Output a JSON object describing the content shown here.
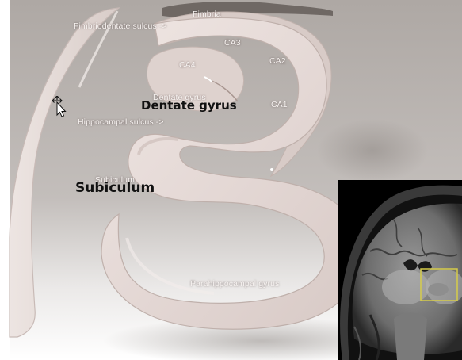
{
  "labels": {
    "fimbria": "Fimbria",
    "fimbriodentate_sulcus": "Fimbriodentate sulcus ->",
    "ca3": "CA3",
    "ca4": "CA4",
    "ca2": "CA2",
    "ca1": "CA1",
    "dentate_gyrus_small": "Dentate gyrus",
    "dentate_gyrus_big": "Dentate gyrus",
    "hippocampal_sulcus": "Hippocampal sulcus ->",
    "subiculum_small": "Subiculum",
    "subiculum_big": "Subiculum",
    "parahippocampal_gyrus": "Parahippocampal gyrus"
  },
  "colors": {
    "tissue": "#e6dbd8",
    "tissue_shadow": "#cfc1bd",
    "background": "#b9b3af",
    "mri_highlight_box": "#d6cc4a"
  },
  "icons": {
    "cursor": "move-cursor-icon"
  }
}
